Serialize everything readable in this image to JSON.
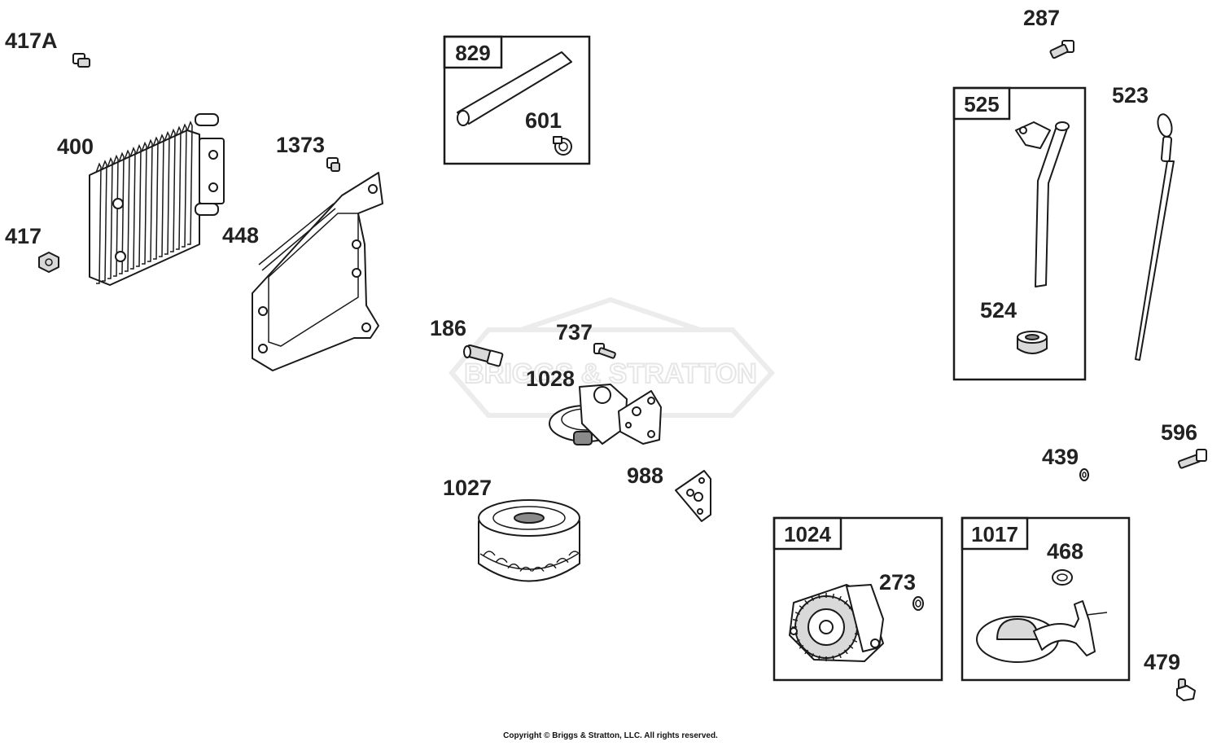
{
  "watermark": {
    "brand": "BRIGGS & STRATTON"
  },
  "labels": [
    {
      "id": "417A",
      "text": "417A"
    },
    {
      "id": "400",
      "text": "400"
    },
    {
      "id": "417",
      "text": "417"
    },
    {
      "id": "1373",
      "text": "1373"
    },
    {
      "id": "448",
      "text": "448"
    },
    {
      "id": "601",
      "text": "601"
    },
    {
      "id": "186",
      "text": "186"
    },
    {
      "id": "737",
      "text": "737"
    },
    {
      "id": "1028",
      "text": "1028"
    },
    {
      "id": "1027",
      "text": "1027"
    },
    {
      "id": "988",
      "text": "988"
    },
    {
      "id": "287",
      "text": "287"
    },
    {
      "id": "523",
      "text": "523"
    },
    {
      "id": "524",
      "text": "524"
    },
    {
      "id": "596",
      "text": "596"
    },
    {
      "id": "439",
      "text": "439"
    },
    {
      "id": "273",
      "text": "273"
    },
    {
      "id": "468",
      "text": "468"
    },
    {
      "id": "479",
      "text": "479"
    }
  ],
  "kit_boxes": [
    {
      "id": "829",
      "text": "829"
    },
    {
      "id": "525",
      "text": "525"
    },
    {
      "id": "1024",
      "text": "1024"
    },
    {
      "id": "1017",
      "text": "1017"
    }
  ],
  "footer": {
    "copyright": "Copyright © Briggs & Stratton, LLC. All rights reserved."
  }
}
